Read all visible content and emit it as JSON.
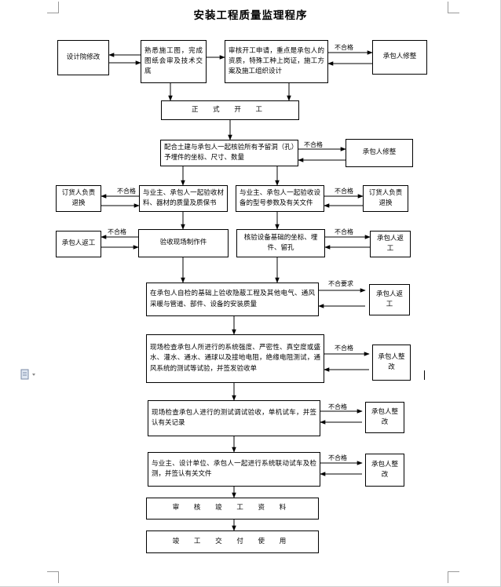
{
  "title": "安装工程质量监理程序",
  "boxes": {
    "design": "设计院修改",
    "familiar": "熟悉施工图，完成图纸会审及技术交底",
    "review_start": "审核开工申请，重点是承包人的资质，特殊工种上岗证，施工方案及施工组织设计",
    "contractor_revise_1": "承包人修整",
    "formal_start": "正 式 开 工",
    "embedded": "配合土建与承包人一起核验所有予留洞（孔）予埋件的坐标、尺寸、数量",
    "contractor_revise_2": "承包人修整",
    "order_left": "订货人负责退换",
    "material_check": "与业主、承包人一起验收材料、器材的质量及质保书",
    "equipment_check": "与业主、承包人一起验收设备的型号参数及有关文件",
    "order_right": "订货人负责退换",
    "rework_left": "承包人返工",
    "prefab_check": "验收现场制作件",
    "foundation_check": "核验设备基础的坐标、埋件、留孔",
    "rework_right": "承包人返工",
    "concealed": "在承包人自检的基础上验收隐蔽工程及其他电气、通风采暖与管道、部件、设备的安装质量",
    "rework_3": "承包人返工",
    "system_test": "现场检查承包人所进行的系统强度、严密性、真空度或盛水、灌水、通水、通球以及接地电阻，绝缘电阻测试，通风系统的测试等试验，并签发验收单",
    "rectify_1": "承包人整改",
    "trial_run": "现场检查承包人进行的测试调试验收，单机试车，并签认有关记录",
    "rectify_2": "承包人整改",
    "joint_run": "与业主、设计单位、承包人一起进行系统联动试车及检测，并签认有关文件",
    "rectify_3": "承包人整改",
    "final_docs": "审 核 竣 工 资 料",
    "handover": "竣 工 交 付 使 用"
  },
  "labels": {
    "fail": "不合格",
    "fail_requirement": "不合要求"
  }
}
